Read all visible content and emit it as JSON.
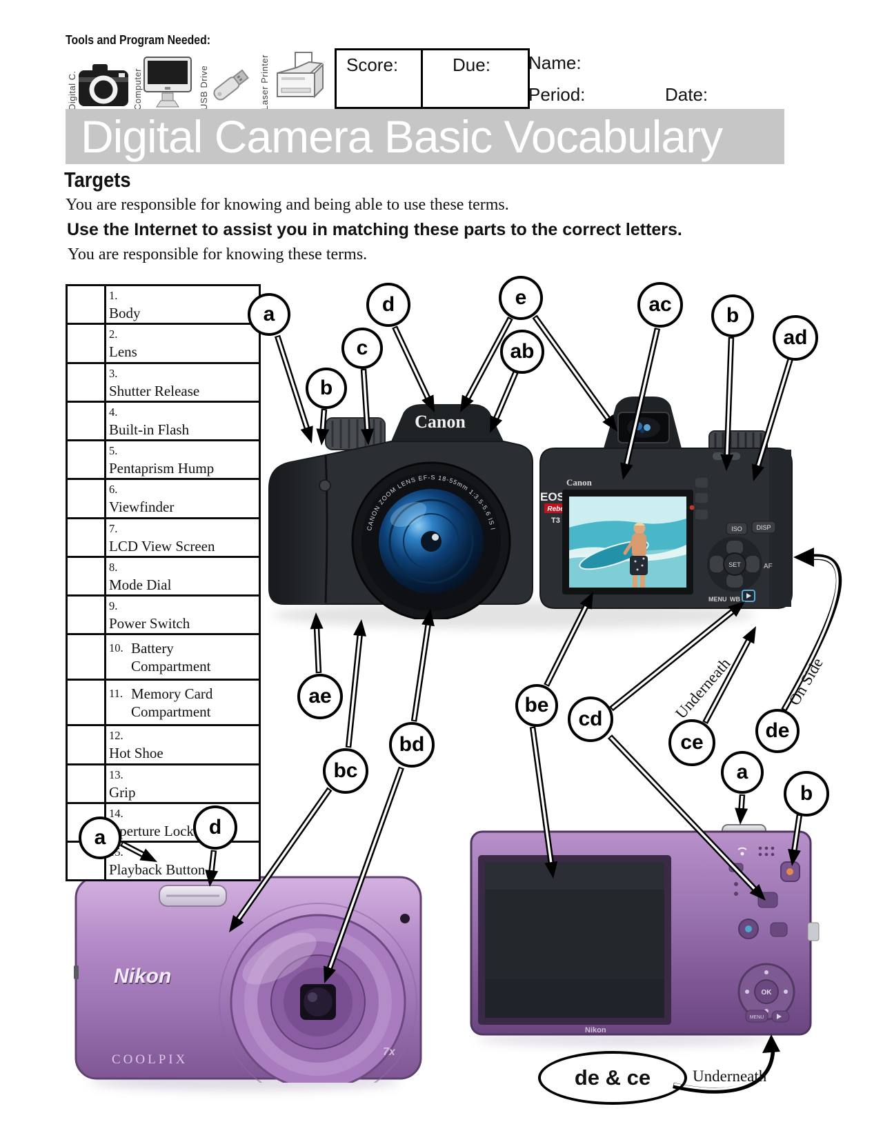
{
  "header": {
    "tools_label": "Tools and Program Needed:",
    "tools": [
      {
        "label": "Digital C.",
        "icon": "camera-icon"
      },
      {
        "label": "Computer",
        "icon": "computer-icon"
      },
      {
        "label": "USB Drive",
        "icon": "usb-drive-icon"
      },
      {
        "label": "Laser Printer",
        "icon": "printer-icon"
      }
    ],
    "score_label": "Score:",
    "due_label": "Due:",
    "name_label": "Name:",
    "period_label": "Period:",
    "date_label": "Date:"
  },
  "title": "Digital Camera Basic Vocabulary",
  "targets": {
    "heading": "Targets",
    "line1": "You are responsible for knowing and being able to use these terms.",
    "instruction": "Use the Internet to assist you in matching these parts to the correct letters.",
    "line2": "You are responsible for knowing these terms."
  },
  "terms": [
    {
      "num": "1.",
      "label": "Body"
    },
    {
      "num": "2.",
      "label": "Lens"
    },
    {
      "num": "3.",
      "label": "Shutter Release"
    },
    {
      "num": "4.",
      "label": "Built-in Flash"
    },
    {
      "num": "5.",
      "label": "Pentaprism Hump"
    },
    {
      "num": "6.",
      "label": "Viewfinder"
    },
    {
      "num": "7.",
      "label": "LCD View Screen"
    },
    {
      "num": "8.",
      "label": "Mode Dial"
    },
    {
      "num": "9.",
      "label": "Power Switch"
    },
    {
      "num": "10.",
      "label": "Battery Compartment"
    },
    {
      "num": "11.",
      "label": "Memory Card Compartment"
    },
    {
      "num": "12.",
      "label": "Hot Shoe"
    },
    {
      "num": "13.",
      "label": "Grip"
    },
    {
      "num": "14.",
      "label": "Aperture Lock"
    },
    {
      "num": "15.",
      "label": "Playback Button"
    }
  ],
  "labels": {
    "a1": "a",
    "b1": "b",
    "c1": "c",
    "d1": "d",
    "e1": "e",
    "ab": "ab",
    "ac": "ac",
    "b2": "b",
    "ad": "ad",
    "ae": "ae",
    "bc": "bc",
    "bd": "bd",
    "be": "be",
    "cd": "cd",
    "ce": "ce",
    "de": "de",
    "a2": "a",
    "b3": "b",
    "a3": "a",
    "d2": "d",
    "combo": "de & ce"
  },
  "annotations": {
    "underneath_side": "Underneath",
    "on_side": "On Side",
    "underneath_bottom": "Underneath"
  },
  "cameras": {
    "dslr_front": {
      "brand": "Canon",
      "lens_ring_text": "CANON ZOOM LENS EF-S 18-55mm 1:3.5-5.6 IS II"
    },
    "dslr_back": {
      "brand": "Canon",
      "badge_top": "EOS",
      "badge_mid": "Rebel",
      "badge_bot": "T3",
      "btn_iso": "ISO",
      "btn_disp": "DISP",
      "btn_set": "SET",
      "btn_af": "AF",
      "btn_menu": "MENU",
      "btn_wb": "WB"
    },
    "compact_front": {
      "brand": "Nikon",
      "model": "COOLPIX",
      "zoom": "7x"
    },
    "compact_back": {
      "brand": "Nikon",
      "btn_ok": "OK",
      "btn_menu": "MENU"
    }
  }
}
